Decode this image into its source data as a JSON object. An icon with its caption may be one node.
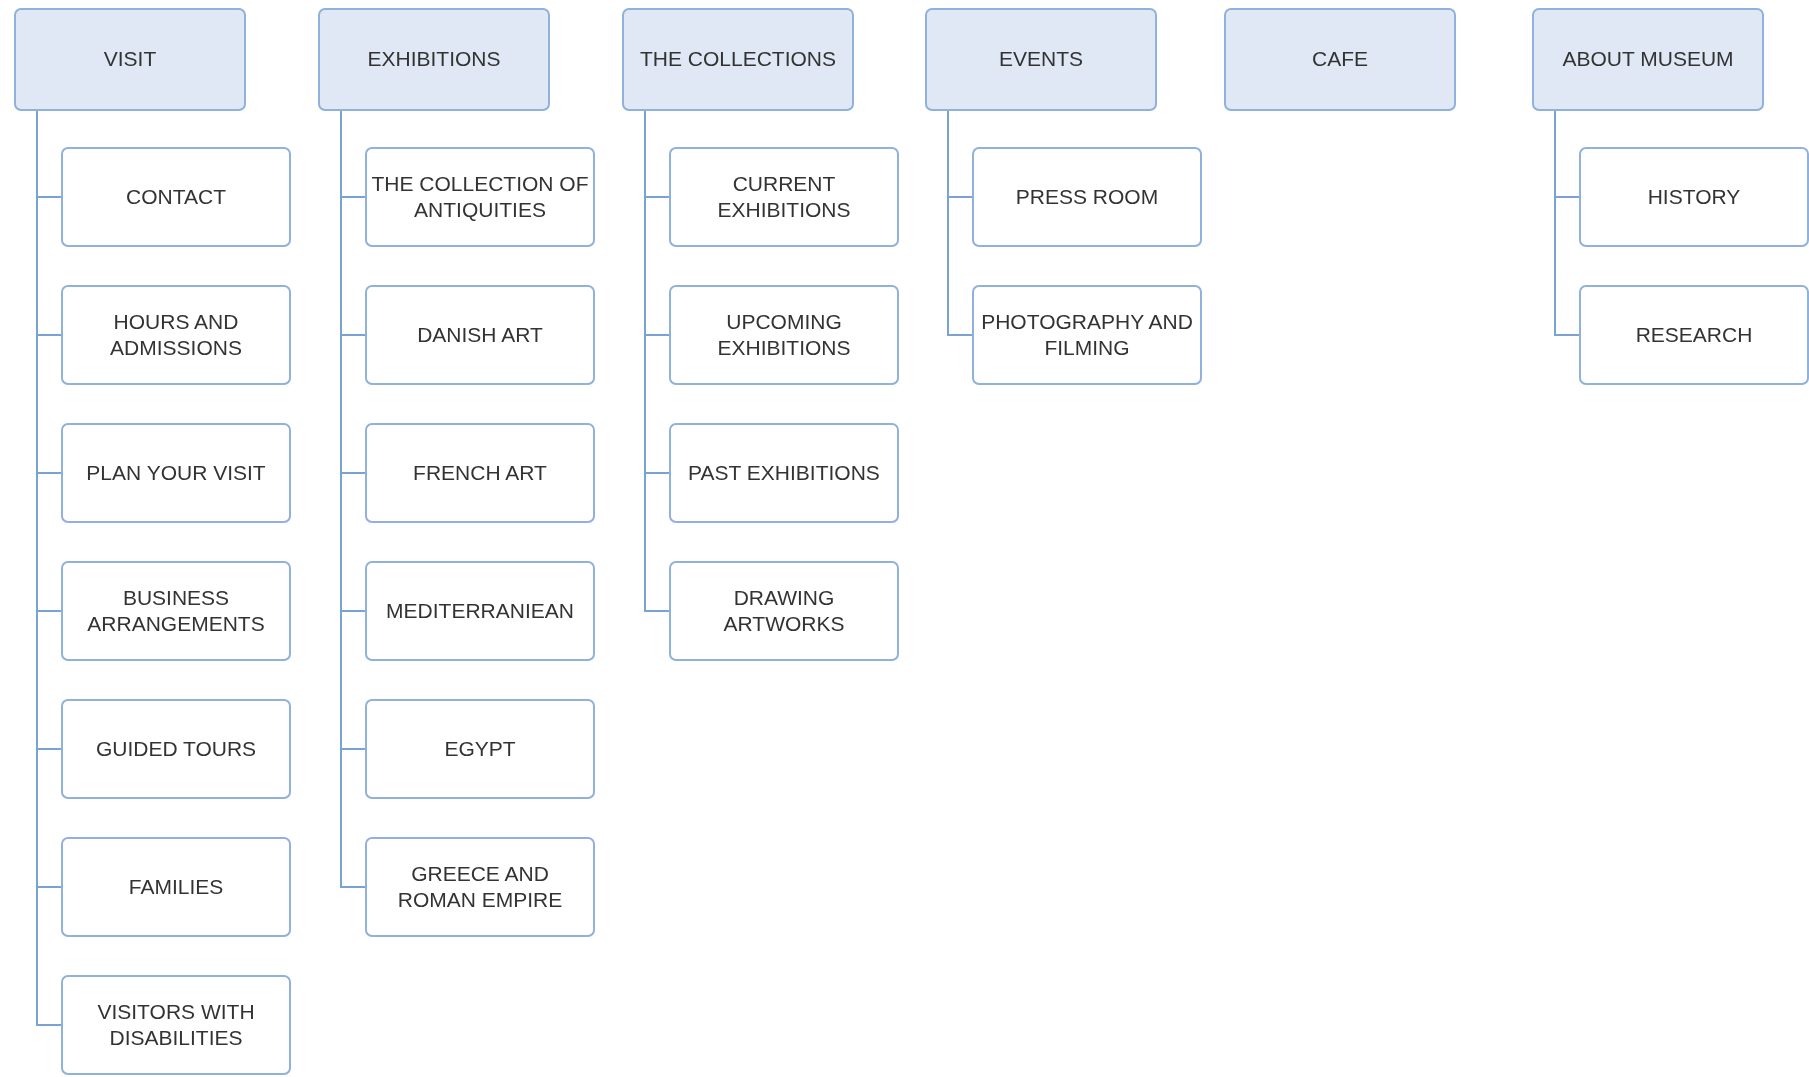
{
  "diagram": {
    "nodes": [
      {
        "text": [
          "VISIT"
        ]
      },
      {
        "text": [
          "CONTACT"
        ]
      },
      {
        "text": [
          "HOURS AND ADMISSIONS"
        ]
      },
      {
        "text": [
          "PLAN YOUR VISIT"
        ]
      },
      {
        "text": [
          "BUSINESS ARRANGEMENTS"
        ]
      },
      {
        "text": [
          "GUIDED TOURS"
        ]
      },
      {
        "text": [
          "FAMILIES"
        ]
      },
      {
        "text": [
          "VISITORS WITH DISABILITIES"
        ]
      },
      {
        "text": [
          "EXHIBITIONS"
        ]
      },
      {
        "text": [
          "THE COLLECTION OF ANTIQUITIES"
        ]
      },
      {
        "text": [
          "DANISH ART"
        ]
      },
      {
        "text": [
          "FRENCH ART"
        ]
      },
      {
        "text": [
          "MEDITERRANIEAN"
        ]
      },
      {
        "text": [
          "EGYPT"
        ]
      },
      {
        "text": [
          "GREECE AND ROMAN EMPIRE"
        ]
      },
      {
        "text": [
          "THE COLLECTIONS"
        ]
      },
      {
        "text": [
          "CURRENT EXHIBITIONS"
        ]
      },
      {
        "text": [
          "UPCOMING EXHIBITIONS"
        ]
      },
      {
        "text": [
          "PAST EXHIBITIONS"
        ]
      },
      {
        "text": [
          "DRAWING ARTWORKS"
        ]
      },
      {
        "text": [
          "EVENTS"
        ]
      },
      {
        "text": [
          "PRESS ROOM"
        ]
      },
      {
        "text": [
          "PHOTOGRAPHY AND FILMING"
        ]
      },
      {
        "text": [
          "CAFE"
        ]
      },
      {
        "text": [
          "ABOUT MUSEUM"
        ]
      },
      {
        "text": [
          "HISTORY"
        ]
      },
      {
        "text": [
          "RESEARCH"
        ]
      }
    ],
    "edges": [
      {
        "from": 0,
        "to": 1,
        "arrow": "none"
      },
      {
        "from": 0,
        "to": 2,
        "arrow": "none"
      },
      {
        "from": 0,
        "to": 3,
        "arrow": "none"
      },
      {
        "from": 0,
        "to": 4,
        "arrow": "none"
      },
      {
        "from": 0,
        "to": 5,
        "arrow": "none"
      },
      {
        "from": 0,
        "to": 6,
        "arrow": "none"
      },
      {
        "from": 0,
        "to": 7,
        "arrow": "none"
      },
      {
        "from": 8,
        "to": 9,
        "arrow": "none"
      },
      {
        "from": 8,
        "to": 10,
        "arrow": "none"
      },
      {
        "from": 8,
        "to": 11,
        "arrow": "none"
      },
      {
        "from": 8,
        "to": 12,
        "arrow": "none"
      },
      {
        "from": 8,
        "to": 13,
        "arrow": "none"
      },
      {
        "from": 8,
        "to": 14,
        "arrow": "none"
      },
      {
        "from": 15,
        "to": 16,
        "arrow": "none"
      },
      {
        "from": 15,
        "to": 17,
        "arrow": "none"
      },
      {
        "from": 15,
        "to": 18,
        "arrow": "none"
      },
      {
        "from": 15,
        "to": 19,
        "arrow": "none"
      },
      {
        "from": 20,
        "to": 21,
        "arrow": "none"
      },
      {
        "from": 20,
        "to": 22,
        "arrow": "none"
      },
      {
        "from": 24,
        "to": 25,
        "arrow": "none"
      },
      {
        "from": 24,
        "to": 26,
        "arrow": "none"
      }
    ]
  }
}
